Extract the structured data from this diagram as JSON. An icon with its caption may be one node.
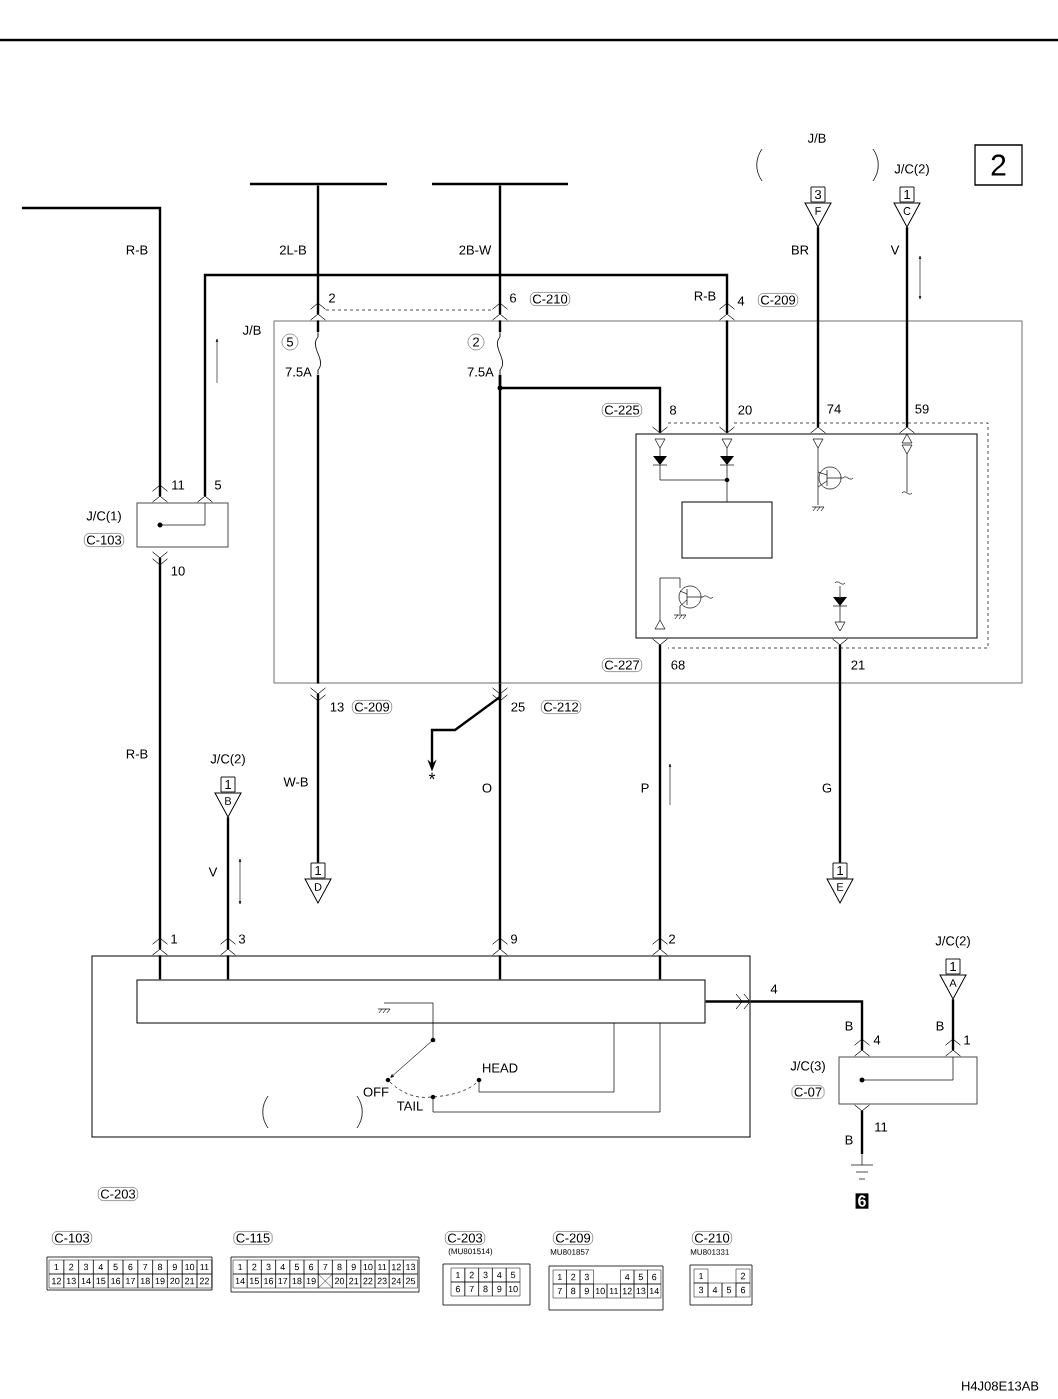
{
  "diagram": {
    "nodes": [
      {
        "text": [
          "J/B"
        ]
      },
      {
        "text": [
          "5",
          "7.5A"
        ],
        "in": 0
      },
      {
        "text": [
          "2",
          "7.5A"
        ],
        "in": 0
      },
      {
        "text": [],
        "shape": "box",
        "in": 0
      },
      {
        "text": [],
        "shape": "box",
        "in": 3
      },
      {
        "text": [
          "J/C(1)",
          "C-103"
        ]
      },
      {
        "text": [],
        "shape": "box"
      },
      {
        "text": [],
        "shape": "box",
        "in": 6
      },
      {
        "text": [
          "J/C(3)",
          "C-07"
        ]
      },
      {
        "text": [
          "3",
          "F"
        ]
      },
      {
        "text": [
          "J/C(2)",
          "1",
          "C"
        ]
      },
      {
        "text": [
          "J/C(2)",
          "1",
          "B"
        ]
      },
      {
        "text": [
          "1",
          "D"
        ]
      },
      {
        "text": [
          "1",
          "E"
        ]
      },
      {
        "text": [
          "J/C(2)",
          "1",
          "A"
        ]
      },
      {
        "text": [
          "6"
        ]
      },
      {
        "text": [],
        "shape": "bar"
      },
      {
        "text": [],
        "shape": "bar"
      },
      {
        "text": [
          "*"
        ]
      },
      {
        "text": [
          "2"
        ]
      },
      {
        "text": [
          "C-103",
          "1",
          "2",
          "3",
          "4",
          "5",
          "6",
          "7",
          "8",
          "9",
          "10",
          "11",
          "12",
          "13",
          "14",
          "15",
          "16",
          "17",
          "18",
          "19",
          "20",
          "21",
          "22"
        ]
      },
      {
        "text": [
          "C-115",
          "1",
          "2",
          "3",
          "4",
          "5",
          "6",
          "7",
          "8",
          "9",
          "10",
          "11",
          "12",
          "13",
          "14",
          "15",
          "16",
          "17",
          "18",
          "19",
          "20",
          "21",
          "22",
          "23",
          "24",
          "25"
        ]
      },
      {
        "text": [
          "C-203",
          "(MU801514)",
          "1",
          "2",
          "3",
          "4",
          "5",
          "6",
          "7",
          "8",
          "9",
          "10"
        ]
      },
      {
        "text": [
          "C-209",
          "MU801857",
          "1",
          "2",
          "3",
          "4",
          "5",
          "6",
          "7",
          "8",
          "9",
          "10",
          "11",
          "12",
          "13",
          "14"
        ]
      },
      {
        "text": [
          "C-210",
          "MU801331",
          "1",
          "2",
          "3",
          "4",
          "5",
          "6"
        ]
      }
    ],
    "edges": [
      {
        "from": null,
        "to": 5,
        "arrow": "other",
        "label": "R-B"
      },
      {
        "from": 5,
        "to": 6,
        "arrow": "other",
        "label": "R-B"
      },
      {
        "from": 5,
        "to": 0,
        "arrow": "other",
        "label": "R-B"
      },
      {
        "from": 0,
        "to": 3,
        "arrow": "to"
      },
      {
        "from": 16,
        "to": 0,
        "arrow": "other",
        "label": "2L-B"
      },
      {
        "from": 0,
        "to": 1,
        "arrow": "none"
      },
      {
        "from": 17,
        "to": 0,
        "arrow": "other",
        "label": "2B-W"
      },
      {
        "from": 0,
        "to": 2,
        "arrow": "none"
      },
      {
        "from": 1,
        "to": 0,
        "arrow": "none"
      },
      {
        "from": 0,
        "to": 12,
        "arrow": "other",
        "label": "W-B"
      },
      {
        "from": 2,
        "to": 0,
        "arrow": "none"
      },
      {
        "from": 0,
        "to": 6,
        "arrow": "other",
        "label": "O"
      },
      {
        "from": 2,
        "to": 3,
        "arrow": "to"
      },
      {
        "from": 9,
        "to": 3,
        "arrow": "other",
        "label": "BR"
      },
      {
        "from": 10,
        "to": 3,
        "arrow": "other",
        "label": "V"
      },
      {
        "from": 3,
        "to": 6,
        "arrow": "other",
        "label": "P"
      },
      {
        "from": 3,
        "to": 13,
        "arrow": "other",
        "label": "G"
      },
      {
        "from": 11,
        "to": 6,
        "arrow": "other",
        "label": "V"
      },
      {
        "from": 7,
        "to": 6,
        "arrow": "to"
      },
      {
        "from": 6,
        "to": 8,
        "arrow": "other",
        "label": "B"
      },
      {
        "from": 14,
        "to": 8,
        "arrow": "other",
        "label": "B"
      },
      {
        "from": 8,
        "to": 15,
        "arrow": "other",
        "label": "B"
      },
      {
        "from": 0,
        "to": 18,
        "arrow": "to"
      },
      {
        "from": 6,
        "to": 7,
        "arrow": "none"
      },
      {
        "from": 6,
        "to": 7,
        "arrow": "none"
      },
      {
        "from": 6,
        "to": 7,
        "arrow": "none"
      },
      {
        "from": 6,
        "to": 7,
        "arrow": "none"
      }
    ],
    "labels": [
      "J/B",
      "2",
      "6",
      "C-210",
      "4",
      "C-209",
      "C-225",
      "8",
      "20",
      "74",
      "59",
      "11",
      "5",
      "10",
      "C-227",
      "68",
      "21",
      "13",
      "C-209",
      "25",
      "C-212",
      "1",
      "3",
      "9",
      "2",
      "4",
      "4",
      "1",
      "11",
      "OFF",
      "HEAD",
      "TAIL",
      "C-203",
      "H4J08E13AB"
    ]
  }
}
